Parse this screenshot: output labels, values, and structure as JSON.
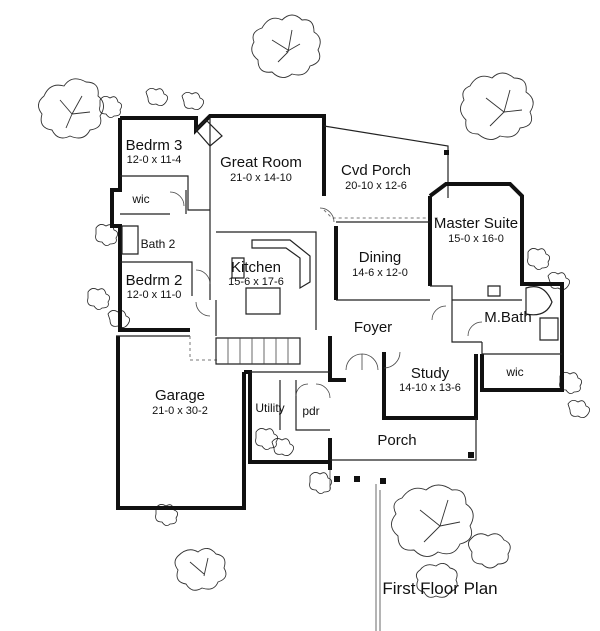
{
  "plan": {
    "title": "First Floor Plan",
    "rooms": {
      "bedrm3": {
        "name": "Bedrm 3",
        "dims": "12-0 x 11-4"
      },
      "wic1": {
        "name": "wic"
      },
      "bath2": {
        "name": "Bath 2"
      },
      "bedrm2": {
        "name": "Bedrm 2",
        "dims": "12-0 x 11-0"
      },
      "great": {
        "name": "Great Room",
        "dims": "21-0 x 14-10"
      },
      "kitchen": {
        "name": "Kitchen",
        "dims": "15-6 x 17-6"
      },
      "cvdporch": {
        "name": "Cvd Porch",
        "dims": "20-10 x 12-6"
      },
      "dining": {
        "name": "Dining",
        "dims": "14-6 x 12-0"
      },
      "master": {
        "name": "Master Suite",
        "dims": "15-0 x 16-0"
      },
      "mbath": {
        "name": "M.Bath"
      },
      "wic2": {
        "name": "wic"
      },
      "foyer": {
        "name": "Foyer"
      },
      "study": {
        "name": "Study",
        "dims": "14-10 x 13-6"
      },
      "garage": {
        "name": "Garage",
        "dims": "21-0 x 30-2"
      },
      "utility": {
        "name": "Utility"
      },
      "pdr": {
        "name": "pdr"
      },
      "porch": {
        "name": "Porch"
      }
    }
  }
}
